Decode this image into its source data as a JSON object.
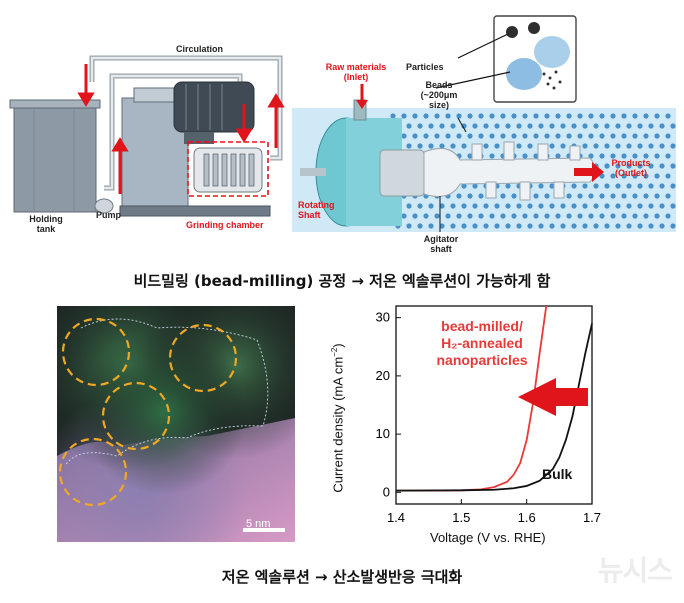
{
  "top_left_schematic": {
    "circulation": "Circulation",
    "holding_tank": "Holding\ntank",
    "pump": "Pump",
    "grinding_chamber": "Grinding chamber"
  },
  "top_right_schematic": {
    "raw_materials": "Raw materials\n(Inlet)",
    "particles": "Particles",
    "beads": "Beads\n(~200μm\nsize)",
    "products": "Products\n(Outlet)",
    "rotating_shaft": "Rotating\nShaft",
    "agitator_shaft": "Agitator\nshaft"
  },
  "caption_top": "비드밀링 (bead-milling) 공정 → 저온 엑솔루션이 가능하게 함",
  "micrograph": {
    "scale_bar": "5 nm"
  },
  "chart_data": {
    "type": "line",
    "xlabel": "Voltage (V vs. RHE)",
    "ylabel": "Current density (mA cm⁻²)",
    "xlim": [
      1.4,
      1.7
    ],
    "ylim": [
      -2,
      32
    ],
    "xticks": [
      "1.4",
      "1.5",
      "1.6",
      "1.7"
    ],
    "yticks": [
      "0",
      "10",
      "20",
      "30"
    ],
    "series": [
      {
        "name": "bead-milled/ H₂-annealed nanoparticles",
        "color": "#e83a3a",
        "x": [
          1.4,
          1.45,
          1.5,
          1.53,
          1.55,
          1.57,
          1.58,
          1.59,
          1.6,
          1.61,
          1.62,
          1.63
        ],
        "y": [
          0.3,
          0.3,
          0.35,
          0.5,
          0.9,
          1.8,
          3.0,
          5.0,
          9.0,
          15.5,
          24.0,
          32.0
        ]
      },
      {
        "name": "Bulk",
        "color": "#111111",
        "x": [
          1.4,
          1.5,
          1.55,
          1.58,
          1.6,
          1.62,
          1.64,
          1.65,
          1.66,
          1.67,
          1.68,
          1.69,
          1.7
        ],
        "y": [
          0.3,
          0.35,
          0.45,
          0.7,
          1.1,
          2.0,
          4.0,
          6.0,
          9.0,
          13.0,
          18.5,
          24.0,
          29.0
        ]
      }
    ],
    "annotations": {
      "red_label_line1": "bead-milled/",
      "red_label_line2": "H₂-annealed",
      "red_label_line3": "nanoparticles",
      "bulk_label": "Bulk"
    }
  },
  "caption_bottom": "저온 엑솔루션 → 산소발생반응 극대화",
  "watermark": "뉴시스",
  "colors": {
    "accent_red": "#e0141b",
    "panel_blue": "#cfe9f6",
    "bead_blue": "#4a90c8"
  }
}
